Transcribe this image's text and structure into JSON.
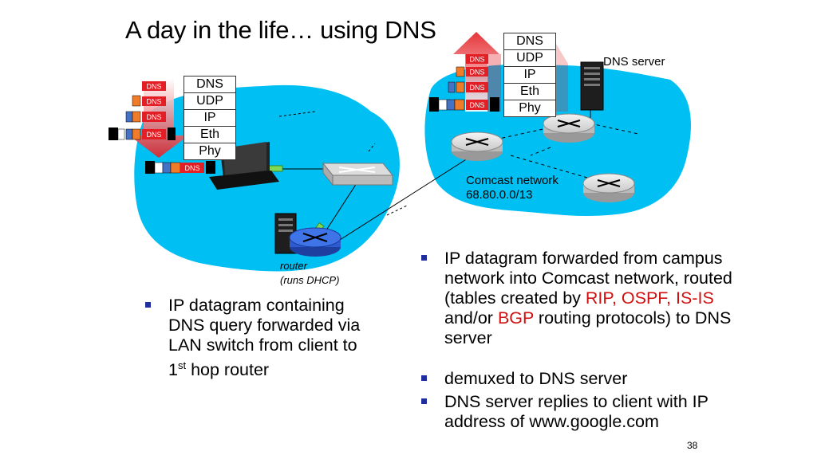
{
  "title": "A day in the life… using DNS",
  "protocol_stack": [
    "DNS",
    "UDP",
    "IP",
    "Eth",
    "Phy"
  ],
  "packet_label": "DNS",
  "dns_server_label": "DNS server",
  "comcast": {
    "name": "Comcast network",
    "prefix": "68.80.0.0/13"
  },
  "router": {
    "label": "router",
    "sublabel": "(runs DHCP)"
  },
  "left_bullet": {
    "line1": "IP datagram containing",
    "line2": "DNS query forwarded via",
    "line3": "LAN switch from client to",
    "line4_pre": "1",
    "line4_sup": "st",
    "line4_post": " hop router"
  },
  "right_bullet": {
    "line1": "IP datagram forwarded from campus",
    "line2": "network into Comcast network, routed",
    "line3_pre": "(tables created by ",
    "line3_red": "RIP, OSPF, IS-IS",
    "line4_pre": "and/or ",
    "line4_red": "BGP",
    "line4_post": " routing protocols) to DNS",
    "line5": "server"
  },
  "bottom_bullets": [
    "demuxed to DNS server",
    "DNS server replies to client with IP",
    "address of www.google.com"
  ],
  "page_number": "38",
  "colors": {
    "network_fill": "#00bff3",
    "bullet": "#1f2e9c",
    "highlight_red": "#d01010",
    "packet_red": "#e31e24",
    "packet_blue": "#4472c4",
    "packet_orange": "#f07b28"
  }
}
